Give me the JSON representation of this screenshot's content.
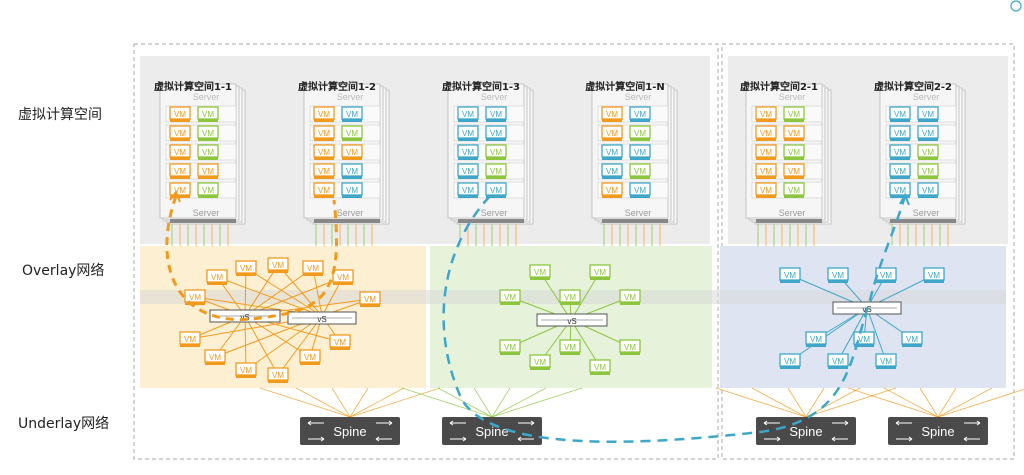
{
  "row_labels": {
    "virtual": "虚拟计算空间",
    "overlay": "Overlay网络",
    "underlay": "Underlay网络"
  },
  "spaces": [
    {
      "title": "虚拟计算空间1-1",
      "color": "#f29a1e",
      "vm_colors": [
        "o",
        "g",
        "o",
        "g",
        "o",
        "g",
        "o",
        "o"
      ]
    },
    {
      "title": "虚拟计算空间1-2",
      "color": "#f29a1e",
      "vm_colors": [
        "o",
        "b",
        "o",
        "g",
        "o",
        "o",
        "o",
        "b"
      ]
    },
    {
      "title": "虚拟计算空间1-3",
      "color": "#3ea7c9",
      "vm_colors": [
        "b",
        "b",
        "b",
        "b",
        "b",
        "g",
        "b",
        "g"
      ]
    },
    {
      "title": "虚拟计算空间1-N",
      "color": "#3ea7c9",
      "vm_colors": [
        "o",
        "b",
        "o",
        "g",
        "b",
        "b",
        "b",
        "g"
      ]
    },
    {
      "title": "虚拟计算空间2-1",
      "color": "#f29a1e",
      "vm_colors": [
        "o",
        "g",
        "o",
        "o",
        "o",
        "g",
        "o",
        "o"
      ]
    },
    {
      "title": "虚拟计算空间2-2",
      "color": "#3ea7c9",
      "vm_colors": [
        "b",
        "b",
        "b",
        "b",
        "b",
        "g",
        "b",
        "g"
      ]
    }
  ],
  "server_label": "Server",
  "vm_label": "VM",
  "vs_label": "vS",
  "spine_label": "Spine",
  "colors": {
    "orange": "#f29a1e",
    "green": "#8cc63f",
    "blue": "#3ea7c9",
    "overlay_orange_bg": "#fdf0d2",
    "overlay_green_bg": "#e7f2da",
    "overlay_blue_bg": "#dfe4f3",
    "spine_bg": "#4a4a4a"
  }
}
